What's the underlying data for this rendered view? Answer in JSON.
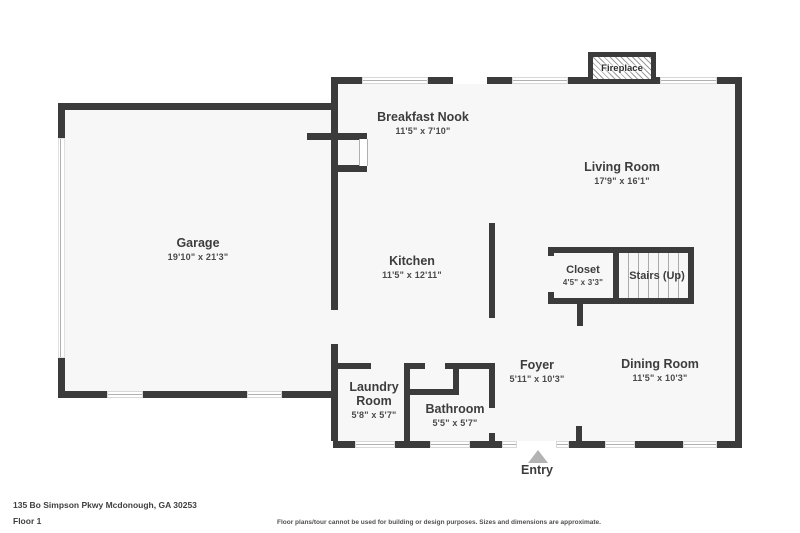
{
  "floorplan": {
    "fireplace_label": "Fireplace",
    "entry_label": "Entry",
    "stairs_label": "Stairs (Up)",
    "rooms": [
      {
        "id": "garage",
        "name": "Garage",
        "dims": "19'10\" x 21'3\""
      },
      {
        "id": "breakfast-nook",
        "name": "Breakfast Nook",
        "dims": "11'5\" x 7'10\""
      },
      {
        "id": "living-room",
        "name": "Living Room",
        "dims": "17'9\" x 16'1\""
      },
      {
        "id": "kitchen",
        "name": "Kitchen",
        "dims": "11'5\" x 12'11\""
      },
      {
        "id": "closet",
        "name": "Closet",
        "dims": "4'5\" x 3'3\""
      },
      {
        "id": "foyer",
        "name": "Foyer",
        "dims": "5'11\" x 10'3\""
      },
      {
        "id": "dining-room",
        "name": "Dining Room",
        "dims": "11'5\" x 10'3\""
      },
      {
        "id": "laundry-room",
        "name": "Laundry Room",
        "dims": "5'8\" x 5'7\""
      },
      {
        "id": "bathroom",
        "name": "Bathroom",
        "dims": "5'5\" x 5'7\""
      }
    ]
  },
  "footer": {
    "address": "135 Bo Simpson Pkwy Mcdonough, GA 30253",
    "floor": "Floor 1",
    "disclaimer": "Floor plans/tour cannot be used for building or design purposes. Sizes and dimensions are approximate."
  },
  "colors": {
    "wall": "#3b3b3b",
    "room_fill": "#f7f7f7",
    "label_text": "#3d3d3d",
    "window_line": "#b0b0b0",
    "entry_arrow": "#b3b3b3"
  }
}
